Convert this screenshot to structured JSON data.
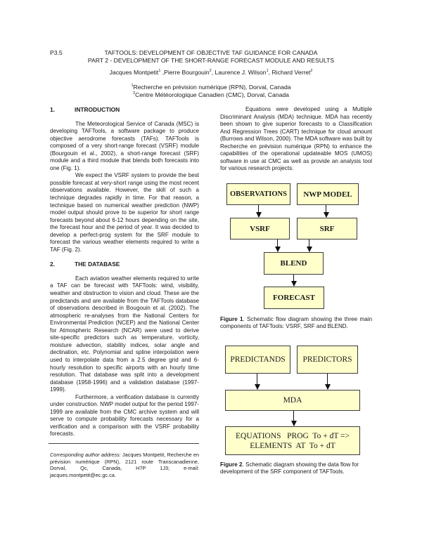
{
  "header": {
    "paper_number": "P3.5",
    "title_line1": "TAFTOOLS: DEVELOPMENT OF OBJECTIVE TAF GUIDANCE FOR CANADA",
    "title_line2": "PART 2 - DEVELOPMENT OF THE SHORT-RANGE FORECAST MODULE AND RESULTS",
    "authors": [
      {
        "name": "Jacques Montpetit",
        "sup": "1",
        "sep": " ,"
      },
      {
        "name": "Pierre Bourgouin",
        "sup": "2",
        "sep": ", "
      },
      {
        "name": "Laurence J. Wilson",
        "sup": "1",
        "sep": ", "
      },
      {
        "name": "Richard Verret",
        "sup": "2",
        "sep": ""
      }
    ],
    "affiliations": [
      {
        "sup": "1",
        "text": "Recherche en prévision numérique (RPN), Dorval, Canada"
      },
      {
        "sup": "2",
        "text": "Centre Météorologique Canadien (CMC), Dorval, Canada"
      }
    ]
  },
  "left_column": {
    "section1": {
      "number": "1.",
      "title": "INTRODUCTION",
      "paragraphs": [
        "The Meteorological Service of Canada (MSC) is developing TAFTools, a software package to produce objective aerodrome forecasts (TAFs). TAFTools is composed of a very short-range forecast (VSRF) module (Bourgouin et al., 2002), a short-range forecast (SRF) module and a third module that blends both forecasts into one (Fig. 1).",
        "We expect the VSRF system to provide the best possible forecast at very-short range using the most recent observations available.  However, the skill of such a technique degrades rapidly in time. For that reason, a technique based on numerical weather prediction (NWP) model output should prove to be superior for short range forecasts beyond about 6-12 hours depending on the site, the forecast hour and the period of year. It was decided to develop a perfect-prog system for the SRF module to forecast the various weather elements required to write a TAF (Fig. 2)."
      ]
    },
    "section2": {
      "number": "2.",
      "title": "THE DATABASE",
      "paragraphs": [
        "Each aviation weather elements required to write a TAF can be forecast with TAFTools: wind, visibility, weather and obstruction to vision and cloud. These are the predictands and are available from the TAFTools database of observations described in Bougouin et al. (2002).  The atmospheric re-analyses from the National Centers for Environmental Prediction (NCEP) and the National Center for Atmospheric Research (NCAR) were used to derive site-specific predictors such as temperature, vorticity, moisture advection, stability indices, solar angle and declination, etc.  Polynomial and spline interpolation were used to interpolate data from a 2.5 degree grid and 6-hourly resolution to specific airports with an hourly time resolution.  That database was split into a development database (1958-1996) and a validation database (1997-1999).",
        "Furthermore, a verification database is currently under construction.  NWP model output for the period 1997-1999 are available from the CMC archive system and will serve to compute probability forecasts necessary for a verification and a comparison with the VSRF probability forecasts."
      ]
    },
    "footnote": {
      "label": "Corresponding author address:",
      "text": " Jacques Montpetit, Recherche en prévision numérique (RPN), 2121 route Transcanadienne, Dorval, Qc, Canada, H7P 1J3; e-mail: jacques.montpetit@ec.gc.ca."
    }
  },
  "right_column": {
    "paragraph": "Equations were developed using a Multiple Discriminant Analysis (MDA) technique. MDA has recently been shown to give superior forecasts to a Classification And Regression Trees (CART) technique for cloud amount (Burrows and Wilson, 2000).  The MDA software was built by Recherche en prévision numérique (RPN) to enhance the capabilities of the operational updateable MOS (UMOS) software in use at CMC as well as provide an analysis tool for various research projects.",
    "figure1": {
      "boxes": {
        "observations": "OBSERVATIONS",
        "nwp_model": "NWP MODEL",
        "vsrf": "VSRF",
        "srf": "SRF",
        "blend": "BLEND",
        "forecast": "FORECAST"
      },
      "caption_label": "Figure 1",
      "caption_text": ". Schematic flow diagram showing the three main components of TAFTools: VSRF, SRF and BLEND."
    },
    "figure2": {
      "boxes": {
        "predictands": "PREDICTANDS",
        "predictors": "PREDICTORS",
        "mda": "MDA",
        "equations_line1": "EQUATIONS   PROG  To + dT =>",
        "equations_line2": "ELEMENTS  AT  To + dT"
      },
      "caption_label": "Figure 2",
      "caption_text": ". Schematic diagram showing the data flow for development of the SRF component of TAFTools."
    },
    "colors": {
      "box_fill": "#ffffcc",
      "box_border": "#3a3a3a"
    }
  }
}
